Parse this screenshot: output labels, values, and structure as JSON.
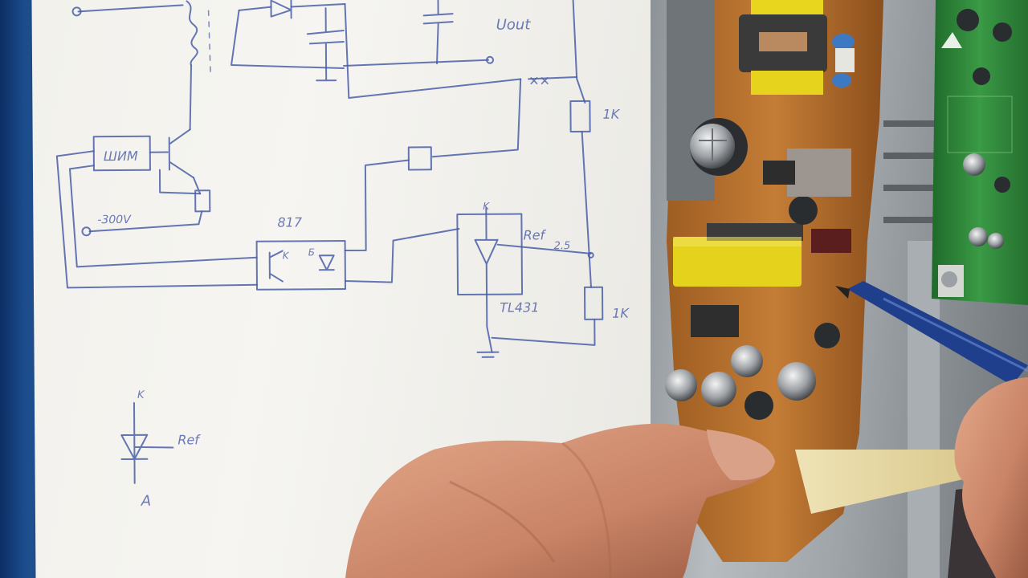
{
  "schematic": {
    "labels": {
      "opto_num": "817",
      "ref_label": "Ref",
      "ref_value": "2.5",
      "chip": "TL431",
      "resistor_top": "1K",
      "resistor_bottom": "1K",
      "cathode": "K",
      "anode": "A",
      "supply": "-300V",
      "vout": "Uout",
      "drv": "ШИМ",
      "opto_k": "K",
      "opto_b": "Б"
    },
    "legend": {
      "cathode": "K",
      "anode": "A",
      "ref": "Ref"
    }
  },
  "colors": {
    "ink": "#4a5ea8",
    "paper": "#f4f3ef",
    "pcb": "#b8732f",
    "mainboard": "#2f8a3a",
    "transformer": "#e6d61e"
  }
}
